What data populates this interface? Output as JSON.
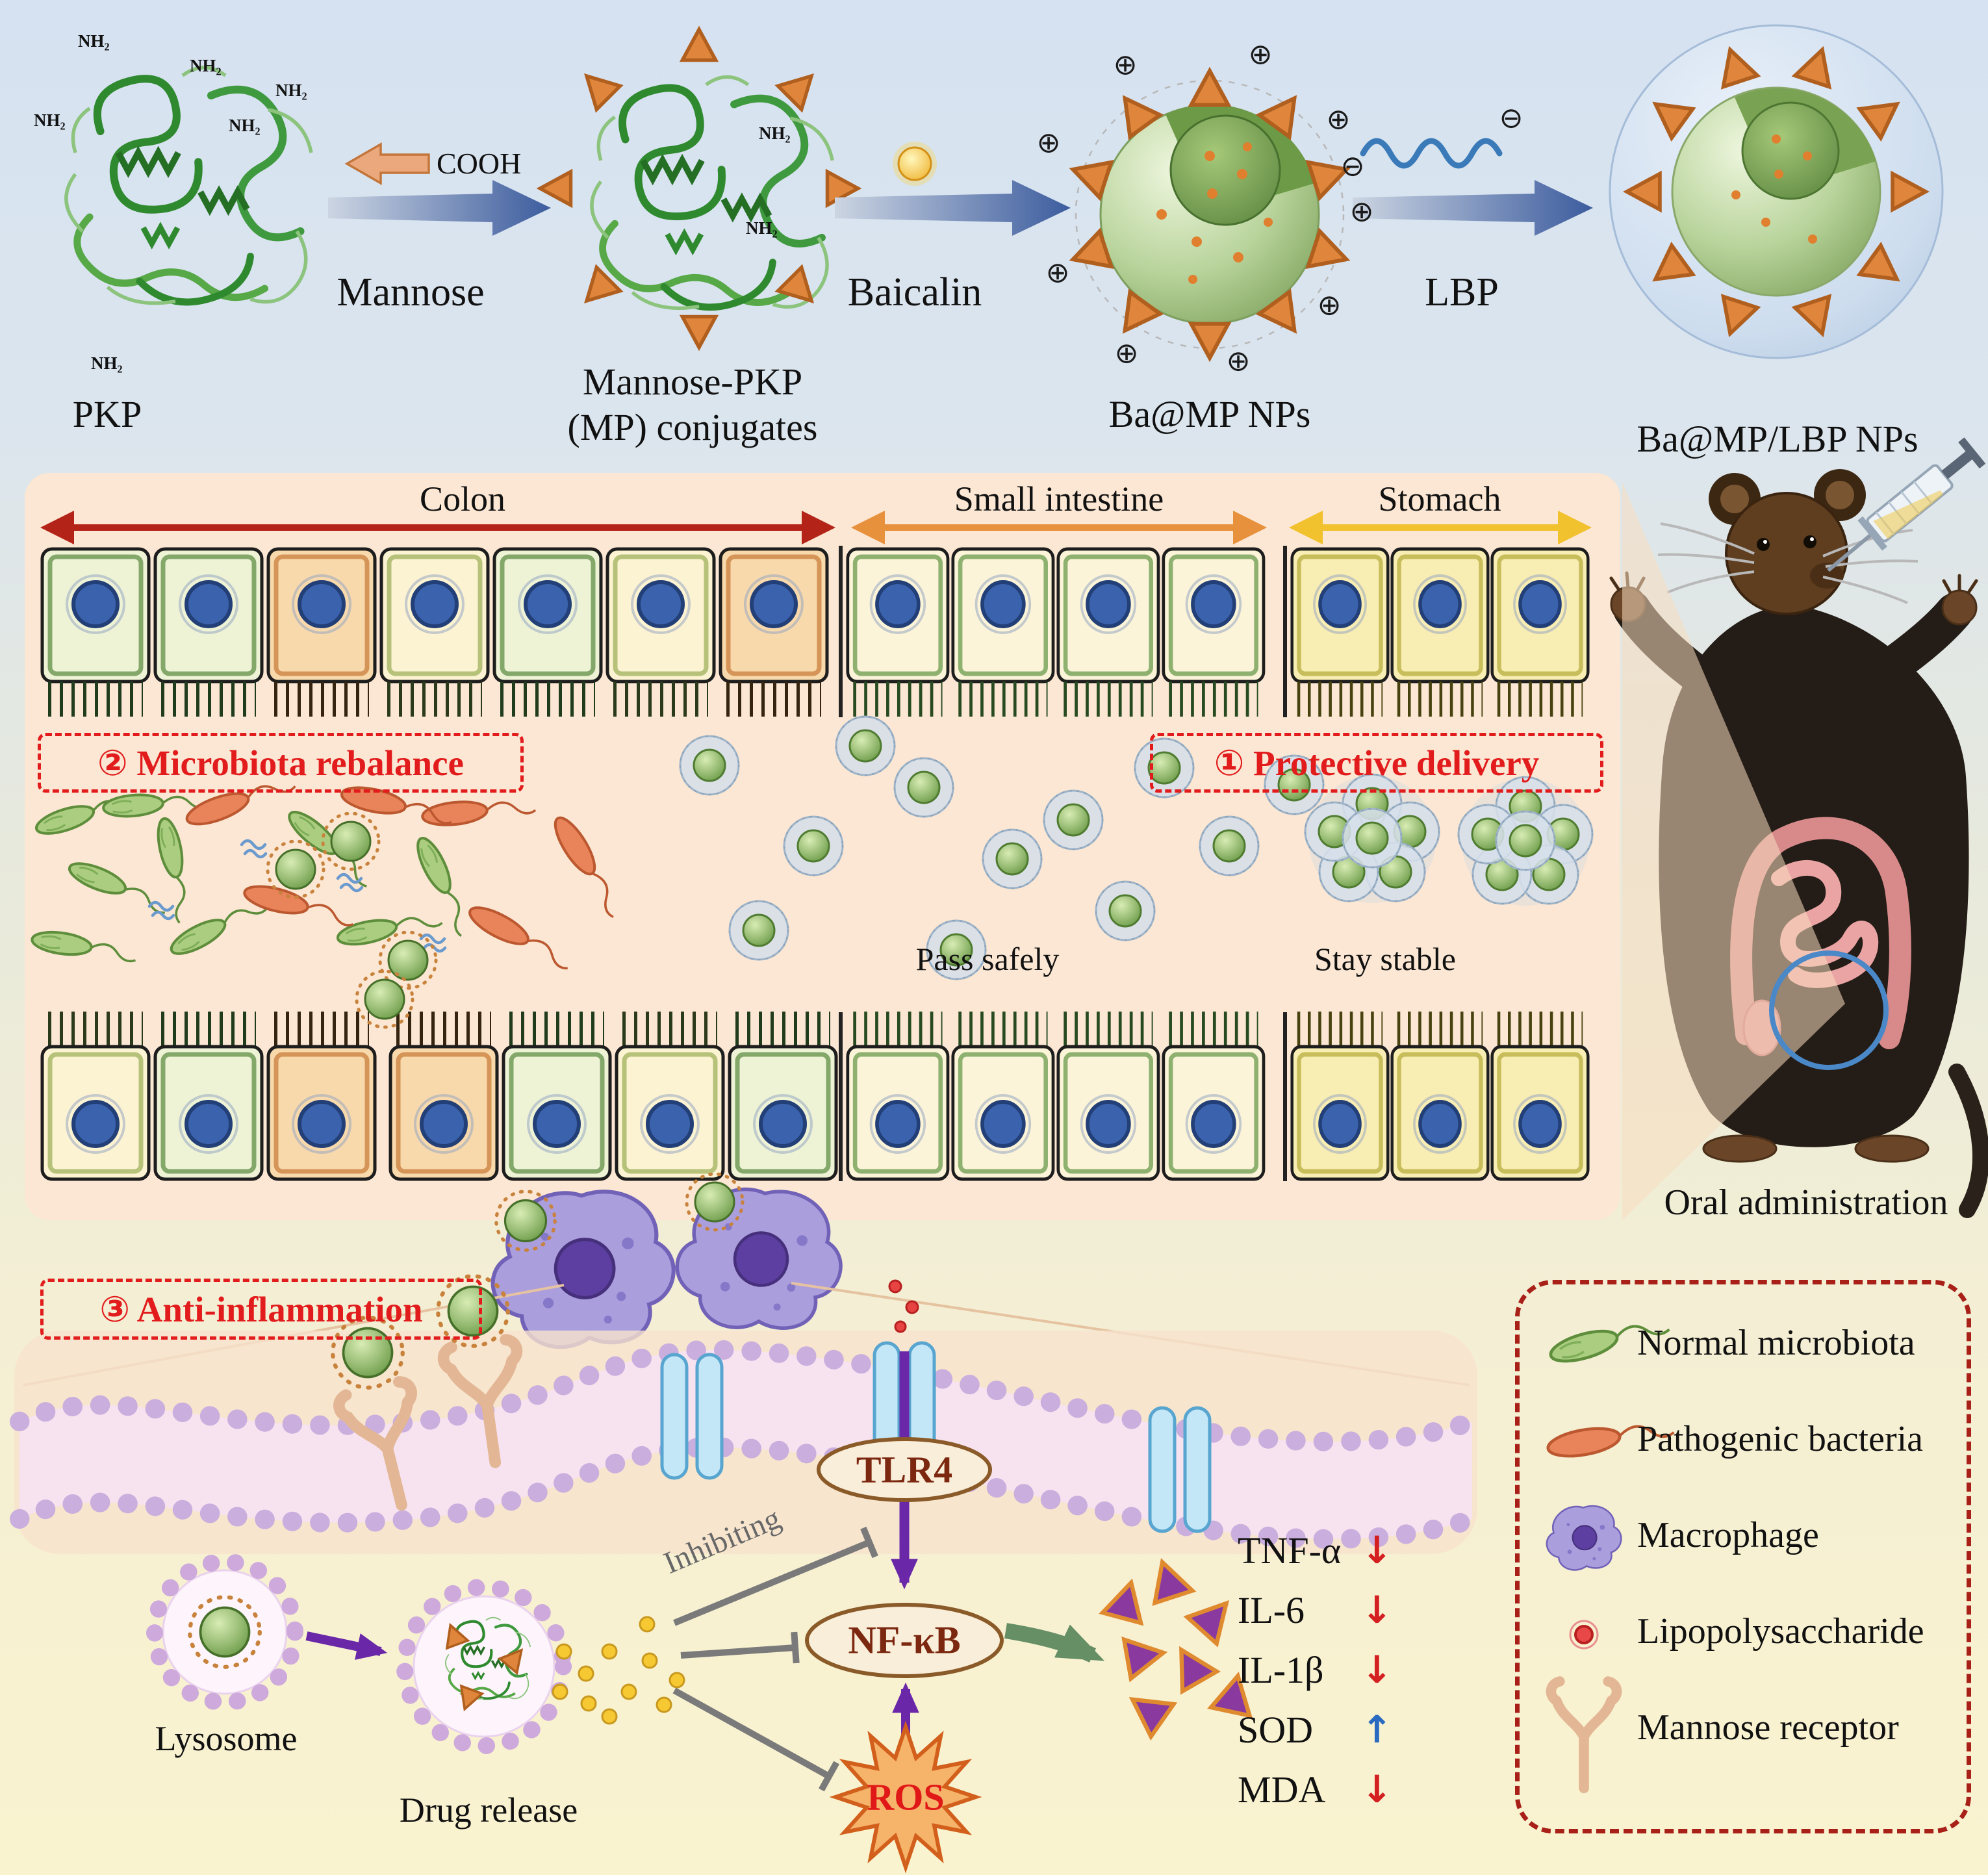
{
  "colors": {
    "step_label": "#e21c1c",
    "colon_arrow": "#b42318",
    "small_intestine_arrow": "#e8913c",
    "stomach_arrow": "#f2c12e",
    "marker_down": "#d42020",
    "marker_up": "#2a6ac0",
    "protein_green": "#3f9a3f",
    "mannose_orange": "#e0863c",
    "membrane_pink": "#c9aede",
    "macrophage_purple": "#ab9edd"
  },
  "synthesis": {
    "nh2": "NH₂",
    "plus": "⊕",
    "minus": "⊖",
    "pkp": "PKP",
    "cooh": "COOH",
    "mannose": "Mannose",
    "mp_line1": "Mannose-PKP",
    "mp_line2": "(MP) conjugates",
    "baicalin": "Baicalin",
    "bamp": "Ba@MP NPs",
    "lbp": "LBP",
    "bamplbp": "Ba@MP/LBP NPs"
  },
  "gi": {
    "regions": [
      {
        "label": "Colon",
        "color": "#b42318"
      },
      {
        "label": "Small intestine",
        "color": "#e8913c"
      },
      {
        "label": "Stomach",
        "color": "#f2c12e"
      }
    ],
    "step2": "② Microbiota rebalance",
    "step1": "① Protective delivery",
    "pass_safely": "Pass safely",
    "stay_stable": "Stay stable",
    "oral": "Oral administration"
  },
  "pathway": {
    "step3": "③ Anti-inflammation",
    "tlr4": "TLR4",
    "nfkb": "NF-κB",
    "ros": "ROS",
    "inhibiting": "Inhibiting",
    "lysosome": "Lysosome",
    "drug_release": "Drug release",
    "markers": [
      {
        "name": "TNF-α",
        "arrow": "↓",
        "color": "#d42020"
      },
      {
        "name": "IL-6",
        "arrow": "↓",
        "color": "#d42020"
      },
      {
        "name": "IL-1β",
        "arrow": "↓",
        "color": "#d42020"
      },
      {
        "name": "SOD",
        "arrow": "↑",
        "color": "#2a6ac0"
      },
      {
        "name": "MDA",
        "arrow": "↓",
        "color": "#d42020"
      }
    ]
  },
  "legend": {
    "items": [
      {
        "label": "Normal microbiota",
        "icon": "normal-bacterium-icon"
      },
      {
        "label": "Pathogenic bacteria",
        "icon": "pathogenic-bacterium-icon"
      },
      {
        "label": "Macrophage",
        "icon": "macrophage-icon"
      },
      {
        "label": "Lipopolysaccharide",
        "icon": "lps-icon"
      },
      {
        "label": "Mannose receptor",
        "icon": "mannose-receptor-icon"
      }
    ]
  }
}
